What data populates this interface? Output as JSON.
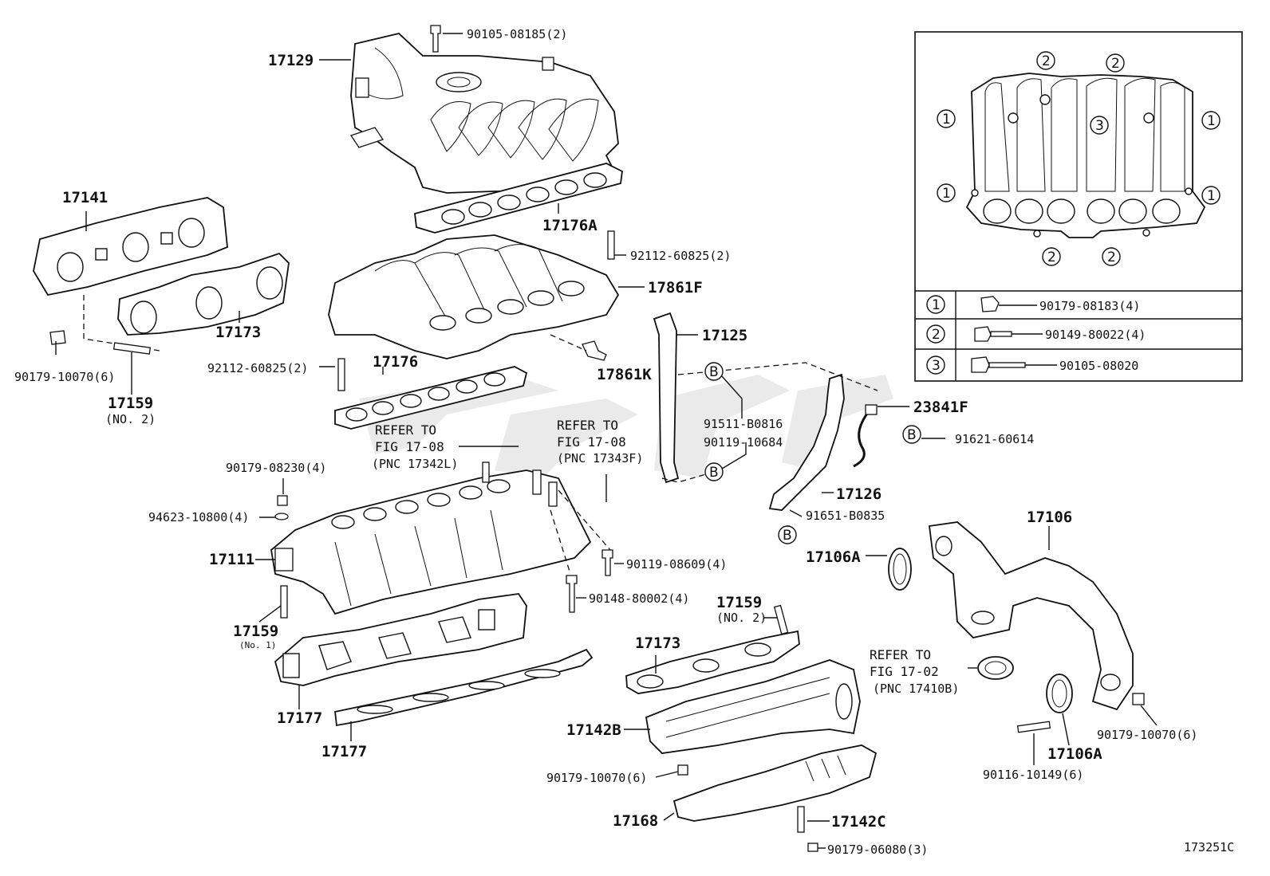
{
  "drawing_id": "173251C",
  "labels": {
    "p17129": "17129",
    "p90105_08185": "90105-08185(2)",
    "p17141": "17141",
    "p17176A": "17176A",
    "p92112_a": "92112-60825(2)",
    "p17861F": "17861F",
    "p17173_l": "17173",
    "p90179_10070_l": "90179-10070(6)",
    "p17159_l": "17159",
    "p17159_l_sub": "(NO. 2)",
    "p92112_b": "92112-60825(2)",
    "p17176": "17176",
    "p17861K": "17861K",
    "p17125": "17125",
    "p91511": "91511-B0816",
    "p90119_10684": "90119-10684",
    "p23841F": "23841F",
    "p91621": "91621-60614",
    "p17126": "17126",
    "p91651": "91651-B0835",
    "p17106": "17106",
    "p17106A_top": "17106A",
    "p90179_08230": "90179-08230(4)",
    "p94623": "94623-10800(4)",
    "p17111": "17111",
    "p90119_08609": "90119-08609(4)",
    "p90148": "90148-80002(4)",
    "p17159_m": "17159",
    "p17159_m_sub": "(No. 1)",
    "p17159_r": "17159",
    "p17159_r_sub": "(NO. 2)",
    "p17173_r": "17173",
    "p17177_a": "17177",
    "p17177_b": "17177",
    "p17142B": "17142B",
    "p90179_10070_m": "90179-10070(6)",
    "p17168": "17168",
    "p17142C": "17142C",
    "p90179_06080": "90179-06080(3)",
    "p90116": "90116-10149(6)",
    "p17106A_bot": "17106A",
    "p90179_10070_r": "90179-10070(6)"
  },
  "refers": {
    "r1_line1": "REFER TO",
    "r1_line2": "FIG 17-08",
    "r1_line3": "(PNC 17342L)",
    "r2_line1": "REFER TO",
    "r2_line2": "FIG 17-08",
    "r2_line3": "(PNC 17343F)",
    "r3_line1": "REFER TO",
    "r3_line2": "FIG 17-02",
    "r3_line3": "(PNC 17410B)"
  },
  "callout_letter": "B",
  "inset": {
    "markers": {
      "m1": "1",
      "m2": "2",
      "m3": "3"
    },
    "legend": [
      {
        "mark": "1",
        "part": "90179-08183(4)"
      },
      {
        "mark": "2",
        "part": "90149-80022(4)"
      },
      {
        "mark": "3",
        "part": "90105-08020"
      }
    ]
  }
}
